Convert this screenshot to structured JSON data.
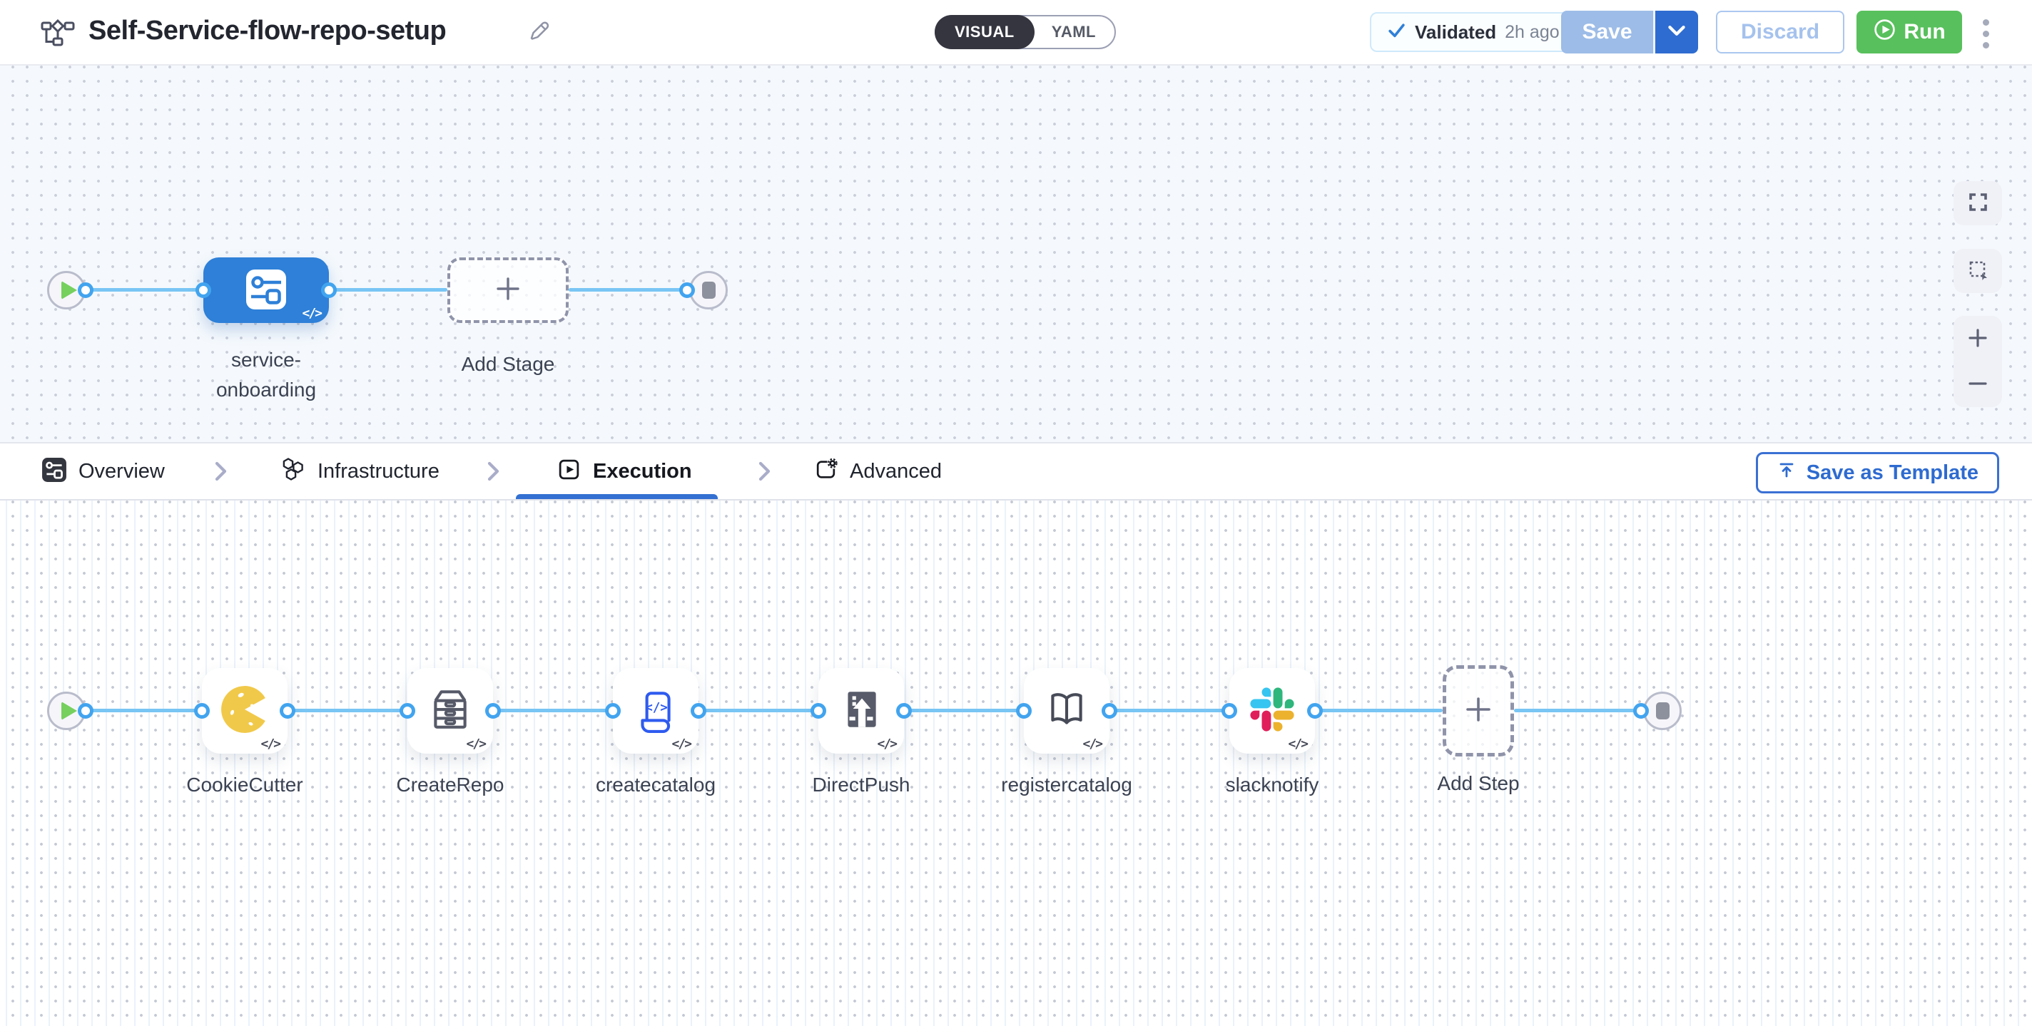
{
  "header": {
    "title": "Self-Service-flow-repo-setup",
    "mode_toggle": {
      "visual": "VISUAL",
      "yaml": "YAML"
    },
    "validation": {
      "label": "Validated",
      "time": "2h ago"
    },
    "save_label": "Save",
    "discard_label": "Discard",
    "run_label": "Run"
  },
  "stage_flow": {
    "stage_label": "service-onboarding",
    "add_stage_label": "Add Stage",
    "code_badge": "</>"
  },
  "tabs": {
    "items": [
      {
        "label": "Overview"
      },
      {
        "label": "Infrastructure"
      },
      {
        "label": "Execution"
      },
      {
        "label": "Advanced"
      }
    ],
    "active": "Execution",
    "save_as_template_label": "Save as Template"
  },
  "execution_flow": {
    "steps": [
      {
        "name": "CookieCutter"
      },
      {
        "name": "CreateRepo"
      },
      {
        "name": "createcatalog"
      },
      {
        "name": "DirectPush"
      },
      {
        "name": "registercatalog"
      },
      {
        "name": "slacknotify"
      }
    ],
    "add_step_label": "Add Step",
    "code_badge": "</>"
  },
  "colors": {
    "accent_blue": "#2e6cd1",
    "stage_blue": "#2e80d8",
    "edge_blue": "#79c5f4",
    "port_blue": "#42a4ef",
    "run_green": "#58c05c",
    "validated_check": "#2f80d8",
    "tab_underline": "#3470d2"
  }
}
